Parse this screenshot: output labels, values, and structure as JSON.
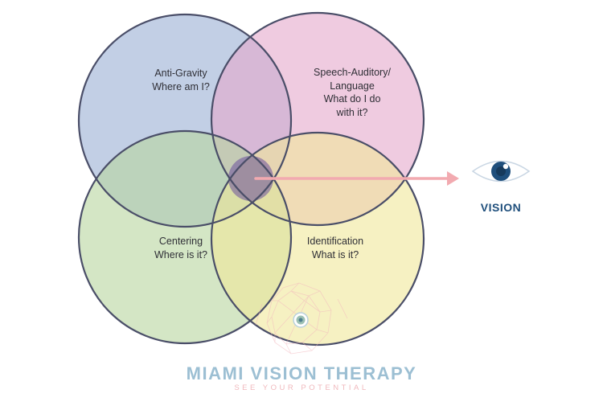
{
  "circles": [
    {
      "id": "anti-gravity",
      "lines": [
        "Anti-Gravity",
        "Where am I?"
      ],
      "fill": "#9aafd3"
    },
    {
      "id": "speech",
      "lines": [
        "Speech-Auditory/",
        "Language",
        "What do I do",
        "with it?"
      ],
      "fill": "#e5a9cc"
    },
    {
      "id": "centering",
      "lines": [
        "Centering",
        "Where is it?"
      ],
      "fill": "#b7d59f"
    },
    {
      "id": "identification",
      "lines": [
        "Identification",
        "What is it?"
      ],
      "fill": "#f0e79a"
    }
  ],
  "outline_color": "#4a4e68",
  "arrow_color": "#f2aab0",
  "vision": {
    "label": "VISION",
    "eye_color": "#1f4f7c"
  },
  "brand": {
    "title": "MIAMI VISION THERAPY",
    "tagline": "SEE YOUR POTENTIAL",
    "title_color": "#9cbfd3",
    "tagline_color": "#f0b9bd"
  }
}
